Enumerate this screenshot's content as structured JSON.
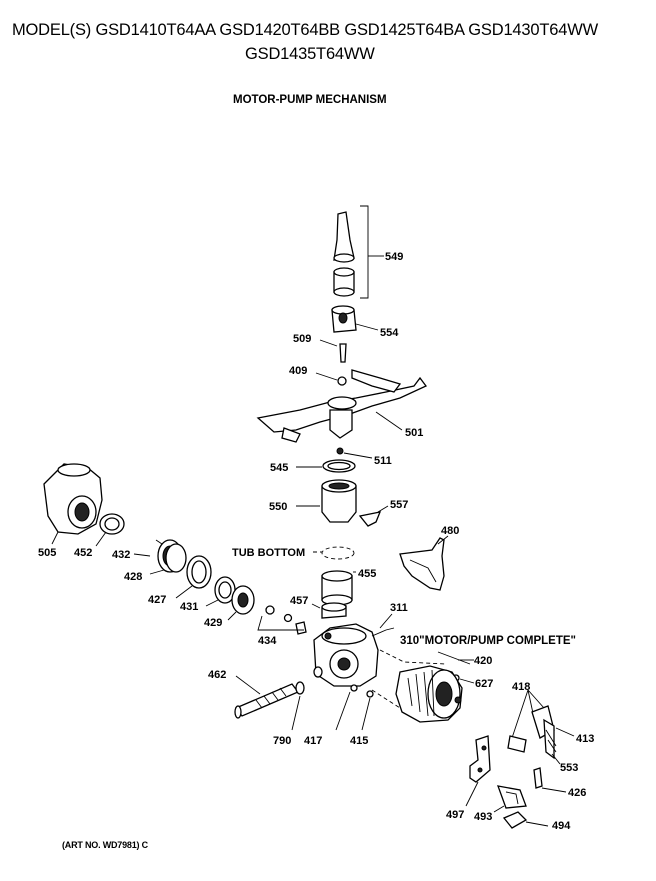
{
  "header": {
    "models": "MODEL(S) GSD1410T64AA  GSD1420T64BB  GSD1425T64BA  GSD1430T64WW",
    "models_line2": "GSD1435T64WW",
    "section_title": "MOTOR-PUMP MECHANISM"
  },
  "labels": {
    "p549": "549",
    "p554": "554",
    "p509": "509",
    "p409": "409",
    "p501": "501",
    "p511": "511",
    "p545": "545",
    "p550": "550",
    "p557": "557",
    "p480": "480",
    "tub_bottom": "TUB BOTTOM",
    "p455": "455",
    "p457": "457",
    "p311": "311",
    "motor_pump_complete": "310\"MOTOR/PUMP COMPLETE\"",
    "p420": "420",
    "p627": "627",
    "p418": "418",
    "p413": "413",
    "p553": "553",
    "p426": "426",
    "p494": "494",
    "p493": "493",
    "p497": "497",
    "p505": "505",
    "p452": "452",
    "p432": "432",
    "p428a": "428",
    "p427": "427",
    "p431": "431",
    "p429": "429",
    "p434": "434",
    "p462": "462",
    "p790": "790",
    "p417": "417",
    "p415": "415"
  },
  "footer": {
    "art_no": "(ART NO. WD7981) C"
  }
}
